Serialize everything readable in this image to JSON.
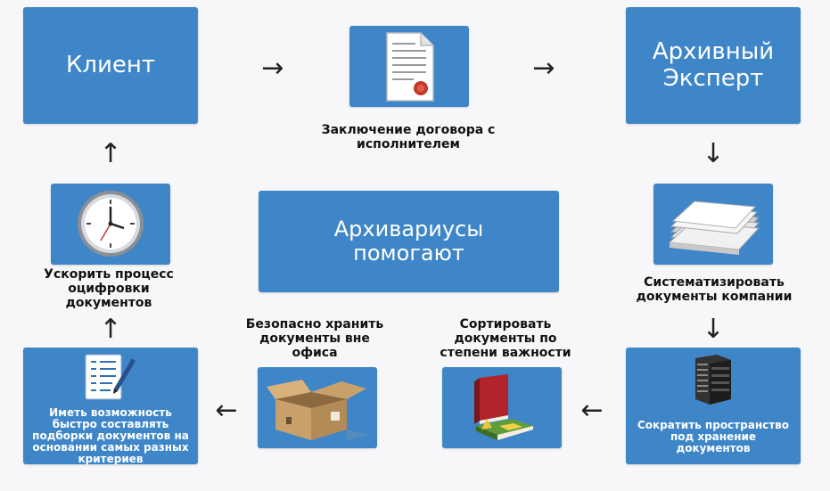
{
  "nodes": {
    "client": "Клиент",
    "expert_line1": "Архивный",
    "expert_line2": "Эксперт",
    "center_line1": "Архивариусы",
    "center_line2": "помогают"
  },
  "captions": {
    "contract": [
      "Заключение договора с",
      "исполнителем"
    ],
    "systematize": [
      "Систематизировать",
      "документы компании"
    ],
    "speed_up": [
      "Ускорить процесс",
      "оцифровки",
      "документов"
    ],
    "safe_store": [
      "Безопасно хранить",
      "документы вне",
      "офиса"
    ],
    "sort": [
      "Сортировать",
      "документы по",
      "степени важности"
    ]
  },
  "box_texts": {
    "reduce_space": [
      "Сократить пространство",
      "под хранение",
      "документов"
    ],
    "quick_selection": [
      "Иметь возможность",
      "быстро составлять",
      "подборки документов на",
      "основании самых разных",
      "критериев"
    ]
  },
  "arrows": {
    "right": "→",
    "left": "←",
    "down": "↓",
    "up": "↑"
  },
  "icons": [
    "contract-document-icon",
    "paper-stack-icon",
    "server-rack-icon",
    "books-icon",
    "cardboard-box-icon",
    "checklist-icon",
    "wall-clock-icon"
  ],
  "colors": {
    "box_blue": "#3f86c8",
    "background": "#f7f7f9"
  }
}
